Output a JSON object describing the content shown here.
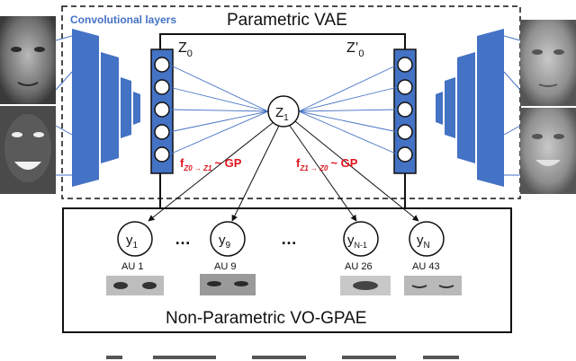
{
  "vae": {
    "title": "Parametric VAE",
    "conv_label": "Convolutional layers",
    "z0": {
      "main": "Z",
      "sub": "0"
    },
    "z0p": {
      "main": "Z’",
      "sub": "0"
    },
    "z1": {
      "main": "Z",
      "sub": "1"
    },
    "f_left": {
      "f": "f",
      "sub": "Z0 → Z1",
      "gp": "~ GP"
    },
    "f_right": {
      "f": "f",
      "sub": "Z1 → Z0",
      "gp": "~ GP"
    }
  },
  "gpae": {
    "title": "Non-Parametric VO-GPAE",
    "nodes": [
      {
        "main": "y",
        "sub": "1",
        "au": "AU 1"
      },
      {
        "main": "y",
        "sub": "9",
        "au": "AU 9"
      },
      {
        "main": "y",
        "sub": "N-1",
        "au": "AU 26"
      },
      {
        "main": "y",
        "sub": "N",
        "au": "AU 43"
      }
    ],
    "ellipsis_1": "…",
    "ellipsis_2": "…"
  },
  "colors": {
    "blue": "#4472c4",
    "red": "#e0141e",
    "line": "#111111"
  }
}
